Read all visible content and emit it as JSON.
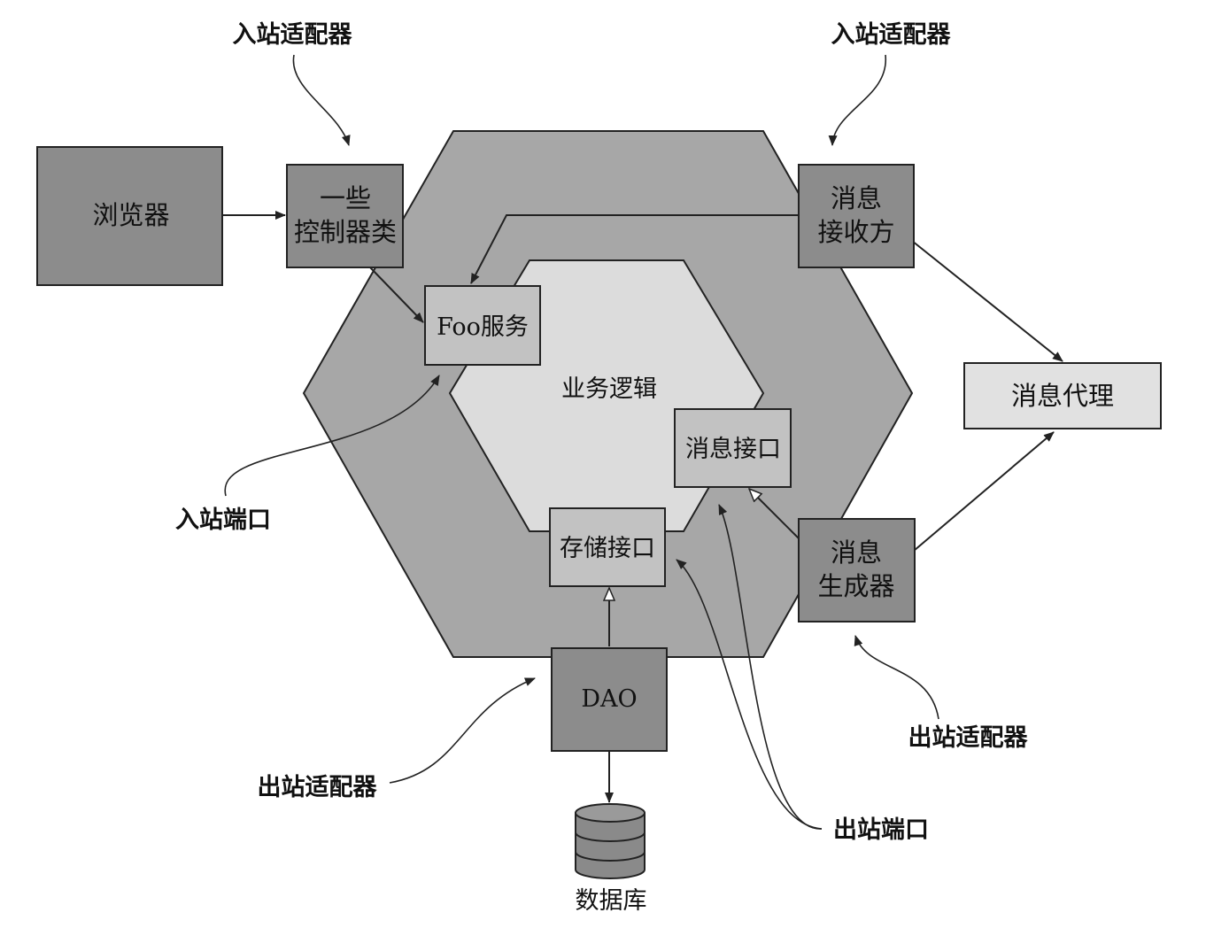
{
  "colors": {
    "outer_hexagon": "#a7a7a7",
    "inner_hexagon": "#dcdcdc",
    "adapter_box": "#8c8c8c",
    "port_box": "#c2c2c2",
    "broker_box": "#e1e1e1",
    "stroke": "#222222"
  },
  "nodes": {
    "browser": "浏览器",
    "controller_line1": "一些",
    "controller_line2": "控制器类",
    "foo_service": "Foo服务",
    "message_receiver_line1": "消息",
    "message_receiver_line2": "接收方",
    "message_broker": "消息代理",
    "message_interface": "消息接口",
    "storage_interface": "存储接口",
    "message_producer_line1": "消息",
    "message_producer_line2": "生成器",
    "dao": "DAO",
    "database": "数据库",
    "business_logic": "业务逻辑"
  },
  "annotations": {
    "inbound_adapter_left": "入站适配器",
    "inbound_adapter_right": "入站适配器",
    "inbound_port": "入站端口",
    "outbound_adapter_left": "出站适配器",
    "outbound_adapter_right": "出站适配器",
    "outbound_port": "出站端口"
  }
}
